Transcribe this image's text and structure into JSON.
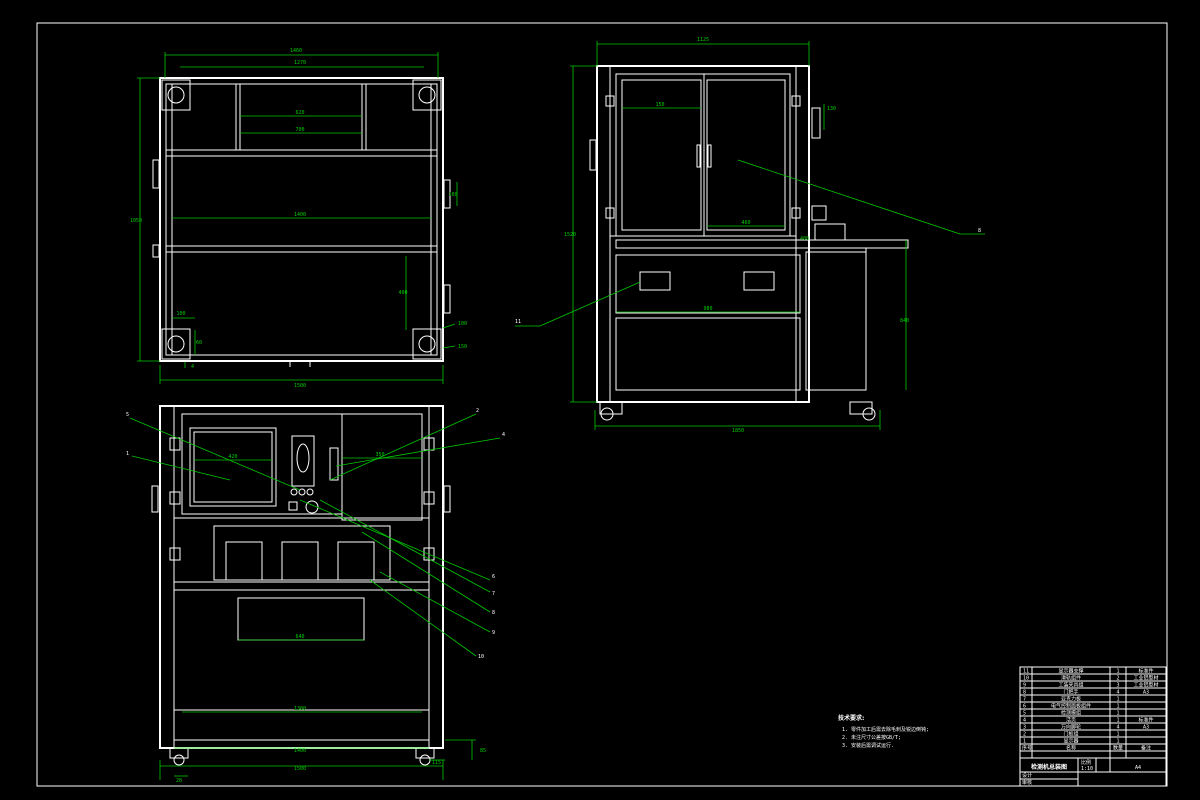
{
  "drawing": {
    "top_view_dims": {
      "overall_width": "1460",
      "inner_width": "1270",
      "window_outer": "620",
      "window_inner": "700",
      "mid_width": "1400",
      "overall_depth": "1050",
      "right_side_1": "100",
      "right_side_2": "400",
      "caster_offset_x": "100",
      "caster_offset_y": "60",
      "right_tag_1": "100",
      "right_tag_2": "150",
      "bottom_small": "4",
      "bottom_overall": "1500"
    },
    "side_view_dims": {
      "overall_width": "1125",
      "door_width": "150",
      "handle_height": "130",
      "door_offset": "460",
      "small_height": "400",
      "overall_height": "1520",
      "drawer_width": "980",
      "lower_height": "840",
      "bottom_overall": "1850",
      "callout_right": "8",
      "callout_left": "11"
    },
    "front_view_dims": {
      "screen_width": "420",
      "panel_width": "350",
      "tray_width": "640",
      "shelf_width": "1300",
      "base_width": "1400",
      "overall_width": "1500",
      "left_small": "20",
      "right_small": "115",
      "foot_height": "85"
    },
    "front_callouts": [
      "5",
      "1",
      "2",
      "4",
      "6",
      "7",
      "8",
      "9",
      "10"
    ],
    "tech_requirements": {
      "title": "技术要求:",
      "lines": [
        "1. 零件加工后需去除毛刺及锐边倒钝;",
        "2. 未注尺寸公差按GB/T;",
        "3. 安装后需调试运行."
      ]
    },
    "title_block": {
      "rows": [
        {
          "no": "11",
          "name": "显示器支撑",
          "qty": "1",
          "note": "标准件"
        },
        {
          "no": "10",
          "name": "滑轨组件",
          "qty": "2",
          "note": "工业铝型材"
        },
        {
          "no": "9",
          "name": "工装夹具组",
          "qty": "3",
          "note": "工业铝型材"
        },
        {
          "no": "8",
          "name": "门把手",
          "qty": "4",
          "note": "A3"
        },
        {
          "no": "7",
          "name": "亚克力板",
          "qty": "1",
          "note": ""
        },
        {
          "no": "6",
          "name": "电气控制面板组件",
          "qty": "1",
          "note": ""
        },
        {
          "no": "5",
          "name": "检测模组",
          "qty": "1",
          "note": ""
        },
        {
          "no": "4",
          "name": "活页",
          "qty": "1",
          "note": "标准件"
        },
        {
          "no": "3",
          "name": "万向脚轮",
          "qty": "4",
          "note": "A3"
        },
        {
          "no": "2",
          "name": "门板组",
          "qty": "1",
          "note": ""
        },
        {
          "no": "1",
          "name": "显示器",
          "qty": "1",
          "note": ""
        }
      ],
      "header": {
        "no": "序号",
        "name": "名称",
        "qty": "数量",
        "note": "备注"
      },
      "drawing_title": "检测机总装图",
      "scale_label": "比例",
      "scale_value": "1:10",
      "sheet_label": "A4",
      "designed": "设计",
      "checked": "审核"
    }
  }
}
